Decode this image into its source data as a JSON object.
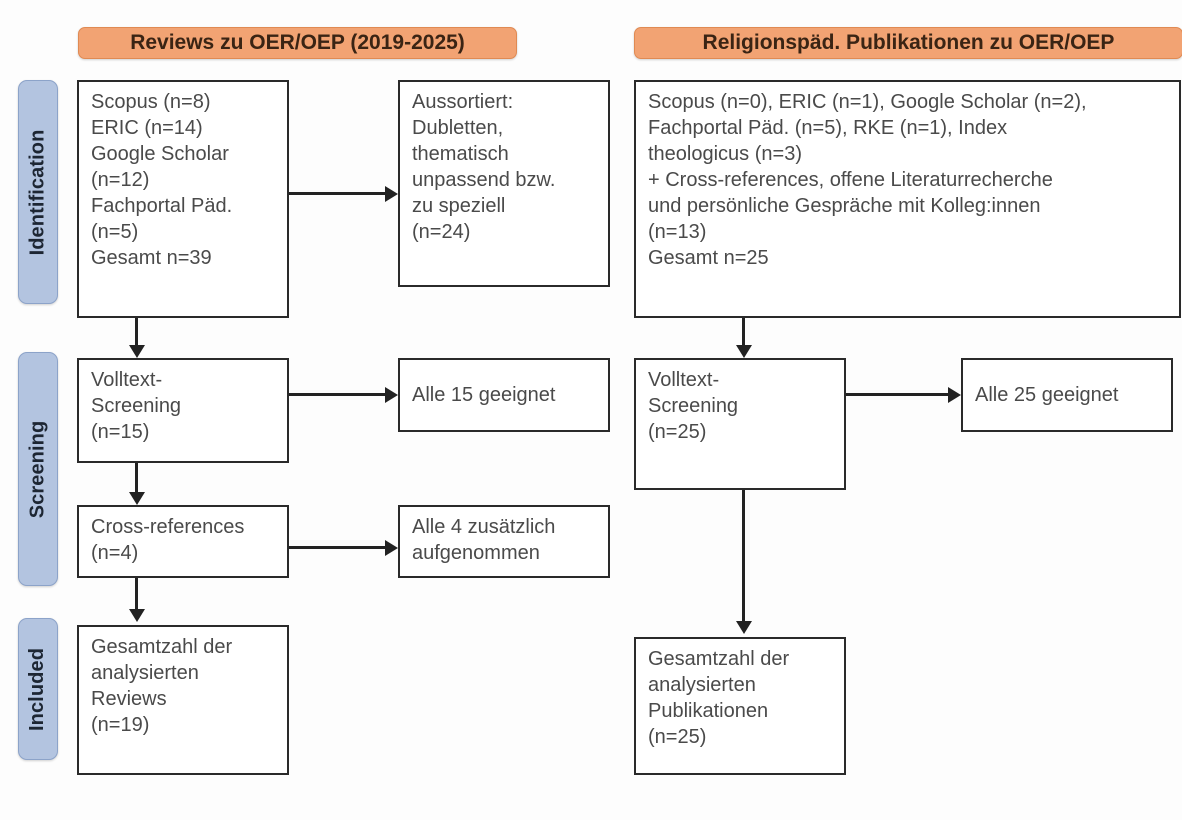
{
  "phases": [
    {
      "id": "identification",
      "label": "Identification"
    },
    {
      "id": "screening",
      "label": "Screening"
    },
    {
      "id": "included",
      "label": "Included"
    }
  ],
  "columns": [
    {
      "id": "reviews",
      "header": "Reviews zu OER/OEP (2019-2025)"
    },
    {
      "id": "publikationen",
      "header": "Religionspäd. Publikationen zu OER/OEP"
    }
  ],
  "boxes": {
    "left_sources": "Scopus (n=8)\nERIC (n=14)\nGoogle Scholar\n(n=12)\nFachportal Päd.\n(n=5)\nGesamt n=39",
    "left_excluded": "Aussortiert:\nDubletten,\nthematisch\nunpassend bzw.\nzu speziell\n(n=24)",
    "left_fulltext": "Volltext-\nScreening\n(n=15)",
    "left_fulltext_result": "Alle 15 geeignet",
    "left_crossrefs": "Cross-references\n(n=4)",
    "left_crossrefs_result": "Alle 4 zusätzlich\naufgenommen",
    "left_included": "Gesamtzahl der\nanalysierten\nReviews\n(n=19)",
    "right_sources": "Scopus (n=0), ERIC (n=1), Google Scholar (n=2),\nFachportal Päd. (n=5), RKE (n=1), Index\ntheologicus (n=3)\n+ Cross-references, offene Literaturrecherche\nund persönliche Gespräche mit Kolleg:innen\n(n=13)\nGesamt n=25",
    "right_fulltext": "Volltext-\nScreening\n(n=25)",
    "right_fulltext_result": "Alle 25 geeignet",
    "right_included": "Gesamtzahl der\nanalysierten\nPublikationen\n(n=25)"
  },
  "colors": {
    "phase_bar": "#b3c4e0",
    "column_header": "#f2a373",
    "box_border": "#2a2a2a",
    "connector": "#222222",
    "text": "#4a4a4a"
  }
}
